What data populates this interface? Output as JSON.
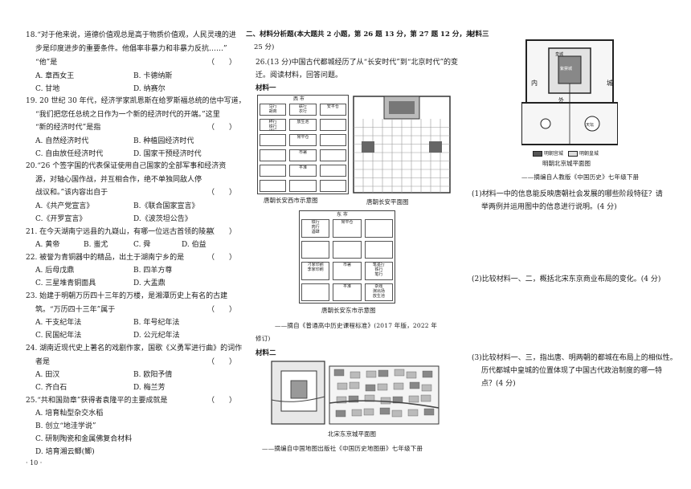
{
  "q18": {
    "l1": "18.“对于他来说，道德价值观总是高于物质价值观，人民灵魂的进",
    "l2": "步是印度进步的重要条件。他倡率非暴力和非暴力反抗……”",
    "l3": "“他”是",
    "paren": "（　　）",
    "A": "A. 章西女王",
    "B": "B. 卡德纳斯",
    "C": "C. 甘地",
    "D": "D. 纳赛尔"
  },
  "q19": {
    "l1": "19. 20 世纪 30 年代，经济学家凯恩斯在给罗斯福总统的信中写道，",
    "l2": "“我们把您任总统之日作为一个新的经济时代的开端。”这里",
    "l3": "“新的经济时代”是指",
    "paren": "（　　）",
    "A": "A. 自然经济时代",
    "B": "B. 种植园经济时代",
    "C": "C. 自由放任经济时代",
    "D": "D. 国家干预经济时代"
  },
  "q20": {
    "l1": "20.“26 个签字国的代表保证使用自己国家的全部军事和经济资",
    "l2": "源，对轴心国作战，并互相合作，绝不单独同敌人停",
    "l3": "战议和。”该内容出自于",
    "paren": "（　　）",
    "A": "A.《共产党宣言》",
    "B": "B.《联合国家宣言》",
    "C": "C.《开罗宣言》",
    "D": "D.《波茨坦公告》"
  },
  "q21": {
    "l1": "21. 在今天湖南宁远县的九嶷山，有哪一位远古首领的陵墓",
    "paren": "（　　）",
    "A": "A. 黄帝",
    "B": "B. 蚩尤",
    "C": "C. 舜",
    "D": "D. 伯益"
  },
  "q22": {
    "l1": "22. 被誉为青铜器中的精品，出土于湖南宁乡的是",
    "paren": "（　　）",
    "A": "A. 后母戊鼎",
    "B": "B. 四羊方尊",
    "C": "C. 三星堆青铜面具",
    "D": "D. 大盂鼎"
  },
  "q23": {
    "l1": "23. 始建于明朝万历四十三年的万楼，是湘潭历史上有名的古建",
    "l2": "筑。“万历四十三年”属于",
    "paren": "（　　）",
    "A": "A. 干支纪年法",
    "B": "B. 年号纪年法",
    "C": "C. 民国纪年法",
    "D": "D. 公元纪年法"
  },
  "q24": {
    "l1": "24. 湖南近现代史上著名的戏剧作家，国歌《义勇军进行曲》的词作",
    "l2": "者是",
    "paren": "（　　）",
    "A": "A. 田汉",
    "B": "B. 欧阳予倩",
    "C": "C. 齐白石",
    "D": "D. 梅兰芳"
  },
  "q25": {
    "l1": "25.“共和国勋章”获得者袁隆平的主要成就是",
    "paren": "（　　）",
    "A": "A. 培育籼型杂交水稻",
    "B": "B. 创立“地洼学说”",
    "C": "C. 研制陶瓷和金属佛复合材料",
    "D": "D. 培育湘云鲫(鲫)"
  },
  "page_number": "· 10 ·",
  "section2": {
    "l1": "二、材料分析题(本大题共 2 小题，第 26 题 13 分，第 27 题 12 分，共",
    "l2": "25 分)"
  },
  "q26": {
    "l1": "26.(13 分)中国古代都城经历了从“长安时代”到“北京时代”的变",
    "l2": "迁。阅读材料，回答问题。"
  },
  "material1": {
    "title": "材料一",
    "west_market_label": "西  市",
    "west_market_cells": [
      "马行\n胡商",
      "麸行\n衣行",
      "安平仓",
      "秤行\n铁行\n绢行",
      "放生池",
      "",
      "",
      "常平仓",
      "",
      "",
      "市署",
      "",
      "",
      "平准",
      "",
      "",
      "",
      ""
    ],
    "cap_west": "唐朝长安西市示意图",
    "cap_plan": "唐朝长安平面图",
    "east_market_label": "东  市",
    "east_market_cells": [
      "铁行\n肉行\n酒肆",
      "常平仓",
      "",
      "",
      "",
      "",
      "刁家印刷\n李家印刷",
      "市署",
      "笔墨行\n铁行\n笔行",
      "",
      "平准",
      "杂戏\n演出场\n放生池"
    ],
    "cap_east": "唐朝长安东市示意图",
    "src": "——摘自《普通高中历史课程标准》(2017 年版，2022 年",
    "src2": "修订)"
  },
  "material2": {
    "title": "材料二",
    "cap": "北宋东京城平面图",
    "src": "——摘编自中国地图出版社《中国历史地图册》七年级下册"
  },
  "material3": {
    "title": "材料三",
    "legend1": "明朝宫城",
    "legend2": "明朝皇城",
    "cap": "明朝北京城平面图",
    "src": "——摘编自人教版《中国历史》七年级下册",
    "map_labels": [
      "内",
      "外",
      "城",
      "皇城",
      "紫禁城",
      "天坛"
    ]
  },
  "sub1": {
    "l1": "(1)材料一中的信息能反映唐朝社会发展的哪些阶段特征？请",
    "l2": "举两例并运用图中的信息进行说明。(4 分)"
  },
  "sub2": {
    "l1": "(2)比较材料一、二，概括北宋东京商业布局的变化。(4 分)"
  },
  "sub3": {
    "l1": "(3)比较材料一、三，指出唐、明两朝的都城在布局上的相似性。",
    "l2": "历代都城中皇城的位置体现了中国古代政治制度的哪一特",
    "l3": "点？(4 分)"
  }
}
